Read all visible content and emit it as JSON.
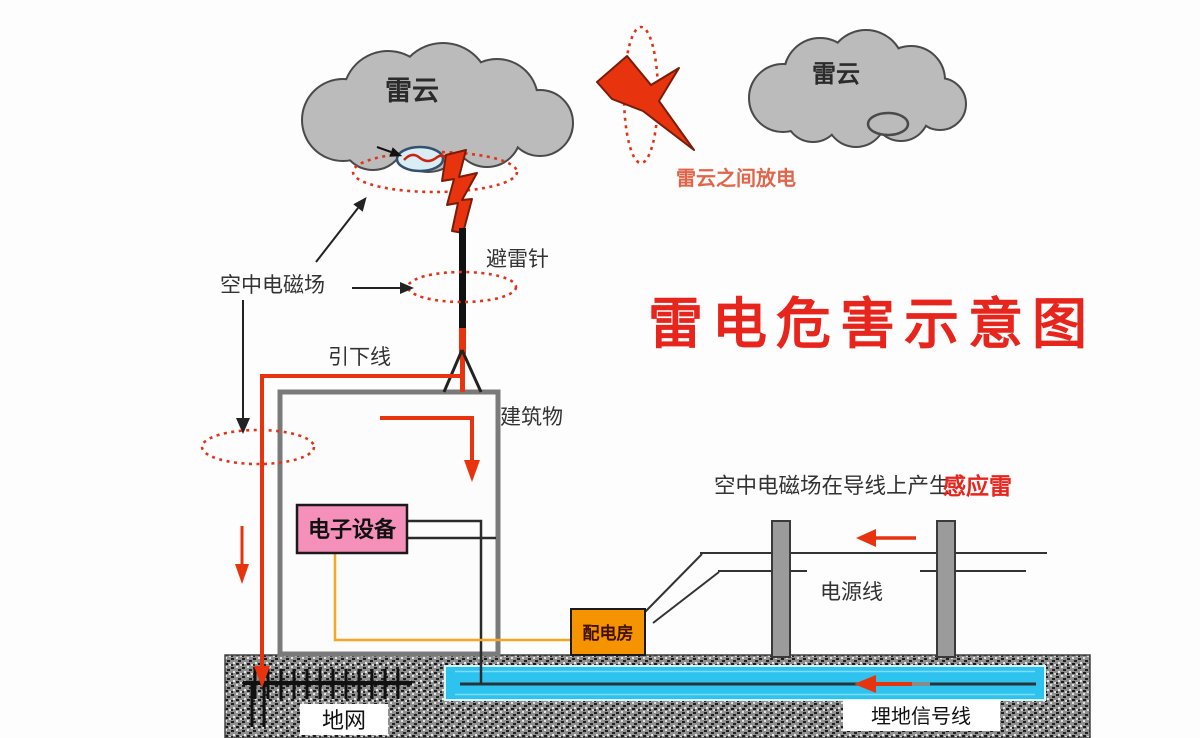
{
  "title": {
    "text": "雷电危害示意图"
  },
  "clouds": {
    "left_label": "雷云",
    "right_label": "雷云"
  },
  "annotations": {
    "intercloud_discharge": "雷云之间放电",
    "air_em_field": "空中电磁场",
    "lightning_rod": "避雷针",
    "down_conductor": "引下线",
    "building": "建筑物",
    "electronic_equipment": "电子设备",
    "distribution_room": "配电房",
    "power_line": "电源线",
    "ground_grid": "地网",
    "buried_signal_line": "埋地信号线",
    "induced_prefix": "空中电磁场在导线上产生",
    "induced_highlight": "感应雷"
  },
  "colors": {
    "title_red": "#e8251c",
    "lightning_red": "#e8330f",
    "lightning_outline": "#7a1d08",
    "dotted_ellipse_red": "#e23318",
    "discharge_label_orange": "#e0654a",
    "cloud_gray": "#bbbbbb",
    "cloud_outline": "#4a4a4a",
    "equipment_pink": "#f590bb",
    "distribution_orange": "#f59300",
    "signal_cyan": "#2ec3ef",
    "wire_orange": "#f5a623",
    "ground_gray": "#8f8f8f"
  }
}
